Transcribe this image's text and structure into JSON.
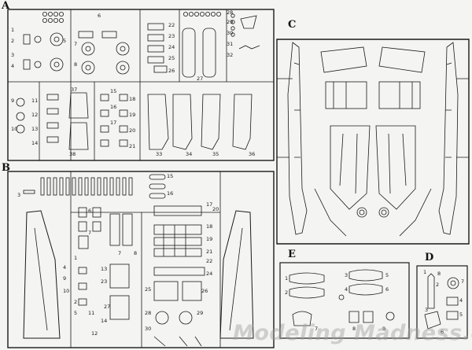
{
  "sprues": {
    "a": {
      "letter": "A"
    },
    "b": {
      "letter": "B"
    },
    "c": {
      "letter": "C"
    },
    "d": {
      "letter": "D"
    },
    "e": {
      "letter": "E"
    }
  },
  "part_numbers": {
    "a": [
      "6",
      "22",
      "23",
      "24",
      "25",
      "26",
      "27",
      "28",
      "29",
      "30",
      "31",
      "32",
      "33",
      "34",
      "35",
      "36",
      "37",
      "38",
      "1",
      "2",
      "3",
      "4",
      "5",
      "7",
      "8",
      "9",
      "10",
      "11",
      "12",
      "13",
      "14",
      "15",
      "16",
      "17",
      "18",
      "19",
      "20",
      "21"
    ],
    "b": [
      "1",
      "2",
      "3",
      "4",
      "5",
      "6",
      "7",
      "8",
      "9",
      "10",
      "11",
      "12",
      "13",
      "14",
      "15",
      "16",
      "17",
      "18",
      "19",
      "20",
      "21",
      "22",
      "23",
      "24",
      "25",
      "26",
      "27",
      "28",
      "29",
      "30"
    ],
    "e": [
      "1",
      "2",
      "3",
      "4",
      "5",
      "6",
      "7",
      "8",
      "9"
    ],
    "d": [
      "1",
      "2",
      "3",
      "4",
      "5",
      "6",
      "7",
      "8"
    ]
  },
  "watermark": {
    "text": "Modeling Madness.com"
  },
  "colors": {
    "ink": "#1a1a1a",
    "paper": "#f4f4f2"
  }
}
